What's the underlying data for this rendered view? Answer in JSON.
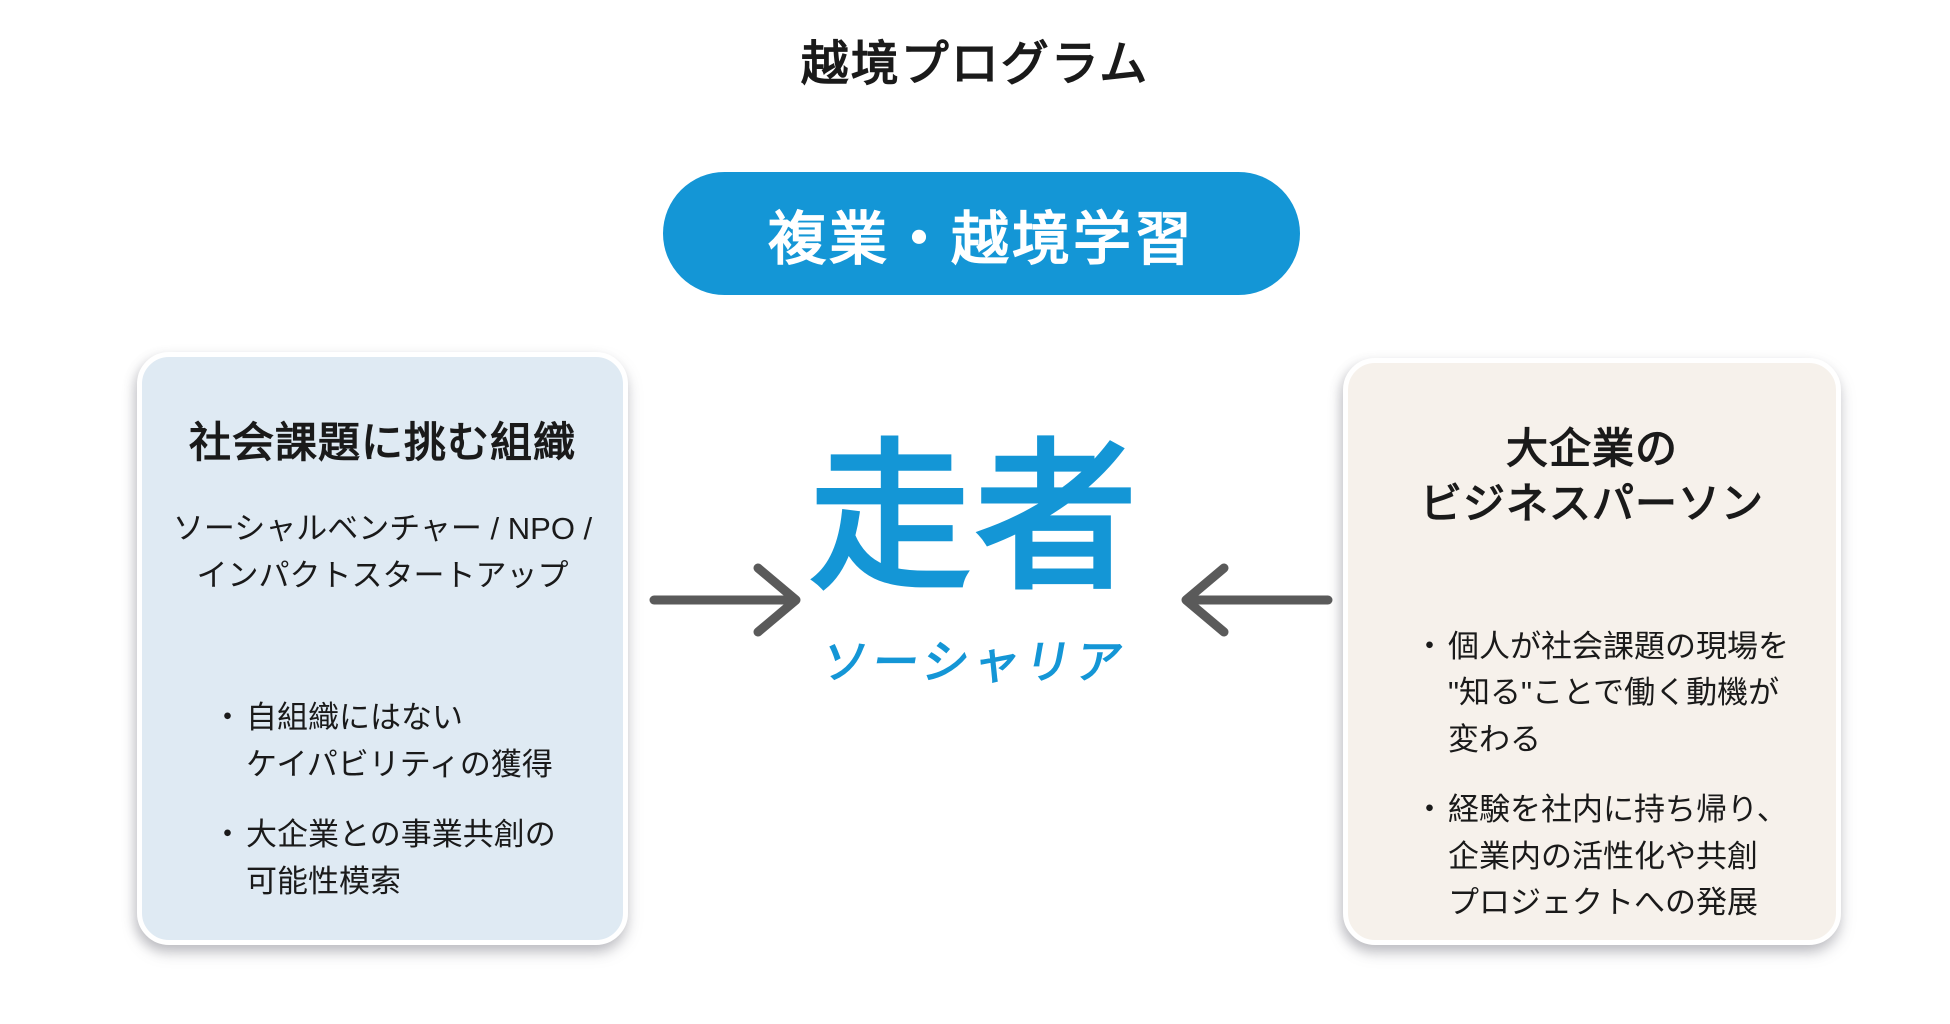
{
  "page": {
    "title": "越境プログラム",
    "background_color": "#ffffff"
  },
  "banner": {
    "label": "複業・越境学習",
    "bg_color": "#1496d6",
    "text_color": "#ffffff"
  },
  "bullet_marker": "・",
  "left_card": {
    "bg_color": "#dfeaf3",
    "title": "社会課題に挑む組織",
    "subtitle_lines": [
      "ソーシャルベンチャー / NPO /",
      "インパクトスタートアップ"
    ],
    "bullets": [
      {
        "lines": [
          "自組織にはない",
          "ケイパビリティの獲得"
        ]
      },
      {
        "lines": [
          "大企業との事業共創の",
          "可能性模索"
        ]
      }
    ]
  },
  "right_card": {
    "bg_color": "#f6f1eb",
    "title_lines": [
      "大企業の",
      "ビジネスパーソン"
    ],
    "bullets": [
      {
        "lines": [
          "個人が社会課題の現場を",
          "\"知る\"ことで働く動機が",
          "変わる"
        ]
      },
      {
        "lines": [
          "経験を社内に持ち帰り、",
          "企業内の活性化や共創",
          "プロジェクトへの発展"
        ]
      }
    ]
  },
  "logo": {
    "main": "走者",
    "sub": "ソーシャリア",
    "color": "#1496d6"
  },
  "arrows": {
    "color": "#5a5a5a"
  },
  "text_color": "#1a1a1a"
}
